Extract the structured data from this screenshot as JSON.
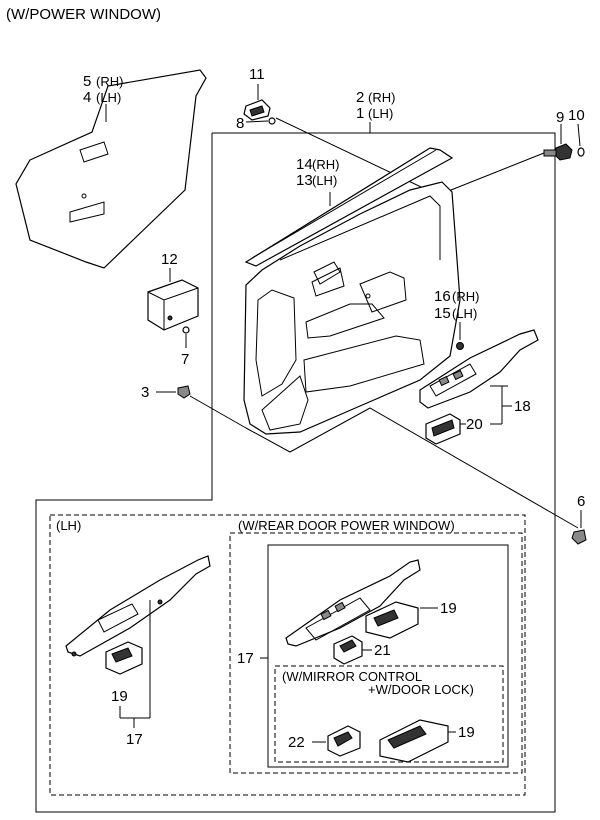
{
  "header": "(W/POWER WINDOW)",
  "callouts": {
    "c1": "1",
    "c1s": "(LH)",
    "c2": "2",
    "c2s": "(RH)",
    "c3": "3",
    "c4": "4",
    "c4s": "(LH)",
    "c5": "5",
    "c5s": "(RH)",
    "c6": "6",
    "c7": "7",
    "c8": "8",
    "c9": "9",
    "c10": "10",
    "c11": "11",
    "c12": "12",
    "c13": "13",
    "c13s": "(LH)",
    "c14": "14",
    "c14s": "(RH)",
    "c15": "15",
    "c15s": "(LH)",
    "c16": "16",
    "c16s": "(RH)",
    "c18": "18",
    "c20": "20"
  },
  "inset": {
    "lh_label": "(LH)",
    "rear_label": "(W/REAR DOOR POWER WINDOW)",
    "mirror_line1": "(W/MIRROR CONTROL",
    "mirror_line2": "+W/DOOR LOCK)",
    "c17a": "17",
    "c19a": "19",
    "c17b": "17",
    "c19b": "19",
    "c21": "21",
    "c22": "22",
    "c19c": "19"
  }
}
